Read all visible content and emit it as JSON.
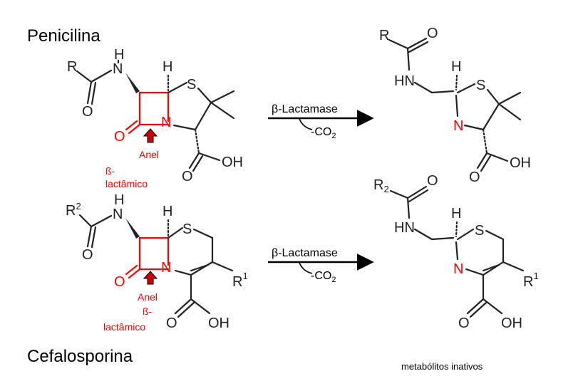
{
  "titles": {
    "penicillin": "Penicilina",
    "cephalosporin": "Cefalosporina",
    "footer": "metabólitos inativos"
  },
  "labels": {
    "ring_anel": "Anel",
    "ring_beta_top": "ß-",
    "ring_beta_bottom": "lactâmico"
  },
  "arrows": {
    "enzyme": "β-Lactamase",
    "byproduct": "-CO",
    "byproduct_sub": "2"
  },
  "atoms": {
    "R": "R",
    "R2": "R",
    "R2_sup": "2",
    "R2_sub": "2",
    "R1": "R",
    "R1_sup": "1",
    "H": "H",
    "N": "N",
    "HN": "HN",
    "O": "O",
    "S": "S",
    "OH": "OH"
  },
  "colors": {
    "beta_lactam": "#ff0000",
    "bonds": "#222222",
    "arrow_marker": "#cc0000"
  }
}
